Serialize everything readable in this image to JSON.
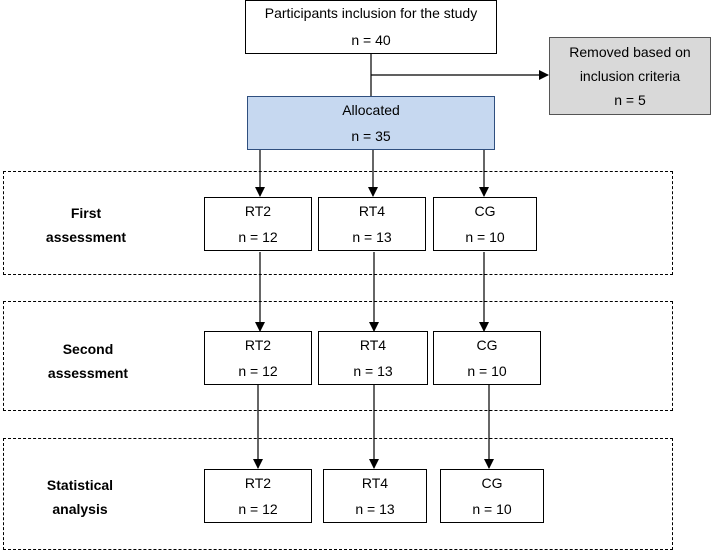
{
  "inclusion": {
    "line1": "Participants inclusion for the study",
    "line2": "n = 40"
  },
  "removed": {
    "line1": "Removed based on",
    "line2": "inclusion criteria",
    "line3": "n = 5"
  },
  "allocated": {
    "line1": "Allocated",
    "line2": "n = 35"
  },
  "stages": [
    {
      "label_line1": "First",
      "label_line2": "assessment",
      "groups": [
        {
          "name": "RT2",
          "n": "n = 12"
        },
        {
          "name": "RT4",
          "n": "n = 13"
        },
        {
          "name": "CG",
          "n": "n = 10"
        }
      ]
    },
    {
      "label_line1": "Second",
      "label_line2": "assessment",
      "groups": [
        {
          "name": "RT2",
          "n": "n = 12"
        },
        {
          "name": "RT4",
          "n": "n = 13"
        },
        {
          "name": "CG",
          "n": "n = 10"
        }
      ]
    },
    {
      "label_line1": "Statistical",
      "label_line2": "analysis",
      "groups": [
        {
          "name": "RT2",
          "n": "n = 12"
        },
        {
          "name": "RT4",
          "n": "n = 13"
        },
        {
          "name": "CG",
          "n": "n = 10"
        }
      ]
    }
  ],
  "colors": {
    "allocated_fill": "#c6d8f0",
    "removed_fill": "#d9d9d9"
  }
}
